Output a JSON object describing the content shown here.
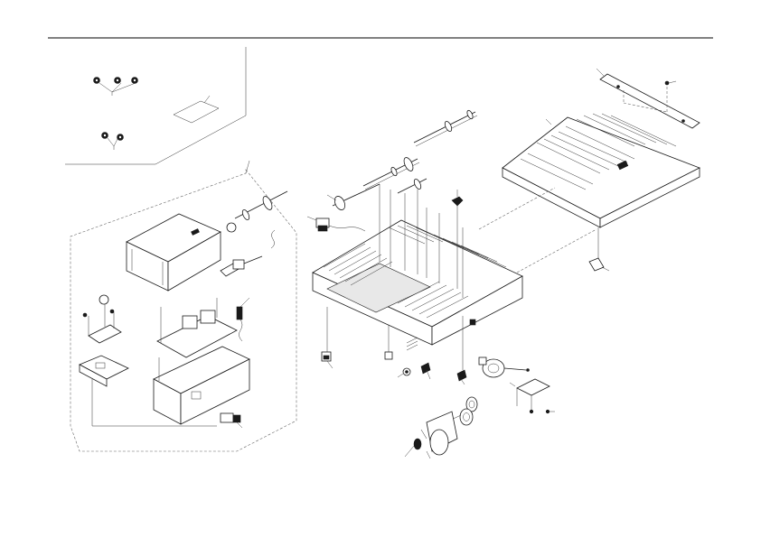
{
  "diagram": {
    "kind": "exploded-parts-view",
    "line_color": "#1a1a1a",
    "background": "#ffffff",
    "groups": [
      {
        "id": "kit-inset",
        "description_icon": "screw-set-icon"
      },
      {
        "id": "power-unit-inset",
        "description_icon": "power-box-icon"
      },
      {
        "id": "main-tray-assembly",
        "description_icon": "tray-icon"
      },
      {
        "id": "cover-assembly",
        "description_icon": "cover-icon"
      }
    ]
  }
}
